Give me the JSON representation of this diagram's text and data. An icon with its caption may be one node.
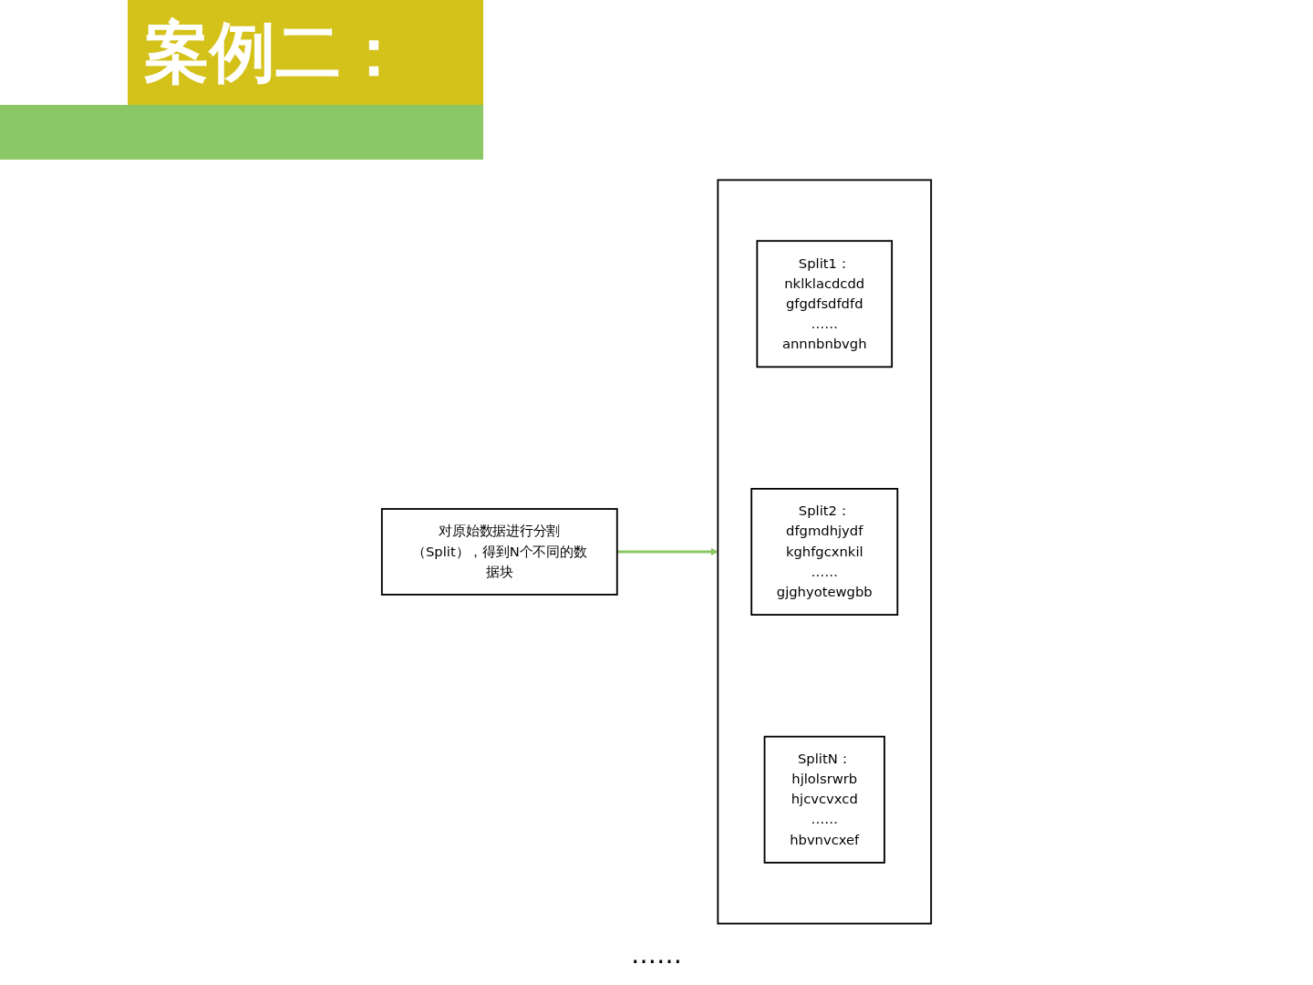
{
  "diagram": {
    "title": "案例二：",
    "nodes": [
      {
        "text": [
          "对原始数据进行分割（Split），得到N个不同的数据块"
        ]
      },
      {
        "text": [],
        "shape": "box"
      },
      {
        "text": [
          "Split1：",
          "nklklacdcdd",
          "gfgdfsdfdfd",
          "……",
          "annnbnbvgh"
        ],
        "in": 1
      },
      {
        "text": [
          "Split2：",
          "dfgmdhjydf",
          "kghfgcxnkil",
          "……",
          "gjghyotewgbb"
        ],
        "in": 1
      },
      {
        "text": [
          "SplitN：",
          "hjlolsrwrb",
          "hjcvcvxcd",
          "……",
          "hbvnvcxef"
        ],
        "in": 1
      }
    ],
    "edges": [
      {
        "from": 0,
        "to": 1,
        "arrow": "to",
        "color": "#8bc865"
      }
    ],
    "labels": [
      "……"
    ]
  }
}
